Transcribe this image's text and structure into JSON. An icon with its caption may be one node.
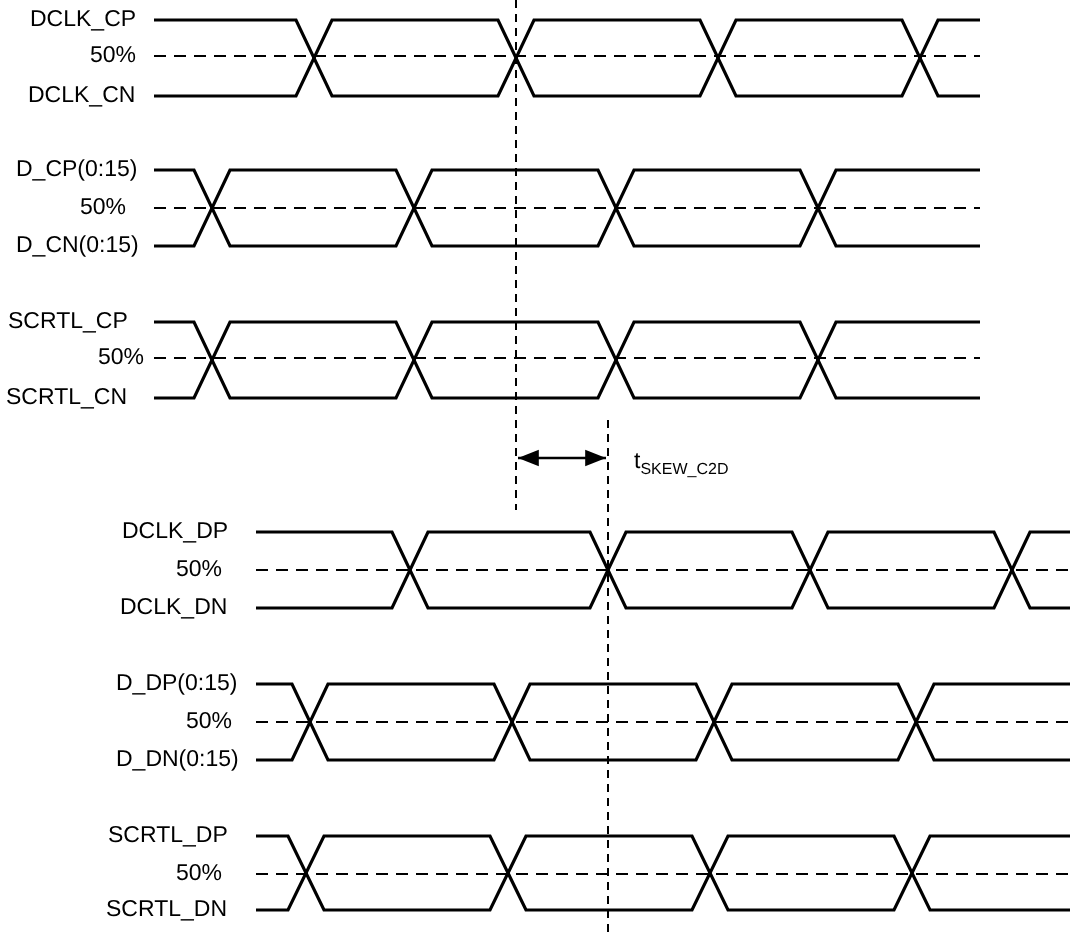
{
  "diagram": {
    "labels": [
      "DCLK_CP",
      "50%",
      "DCLK_CN",
      "D_CP(0:15)",
      "50%",
      "D_CN(0:15)",
      "SCRTL_CP",
      "50%",
      "SCRTL_CN",
      "t$_{SKEW_C2D}$",
      "DCLK_DP",
      "50%",
      "DCLK_DN",
      "D_DP(0:15)",
      "50%",
      "D_DN(0:15)",
      "SCRTL_DP",
      "50%",
      "SCRTL_DN"
    ]
  }
}
